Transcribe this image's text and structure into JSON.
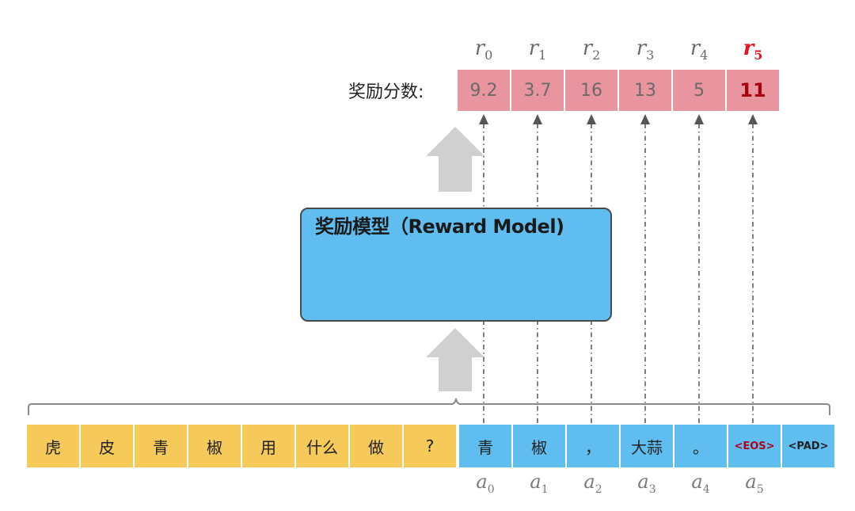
{
  "scores": {
    "label": "奖励分数:",
    "items": [
      {
        "symbol": "r",
        "index": "0",
        "value": "9.2",
        "highlight": false
      },
      {
        "symbol": "r",
        "index": "1",
        "value": "3.7",
        "highlight": false
      },
      {
        "symbol": "r",
        "index": "2",
        "value": "16",
        "highlight": false
      },
      {
        "symbol": "r",
        "index": "3",
        "value": "13",
        "highlight": false
      },
      {
        "symbol": "r",
        "index": "4",
        "value": "5",
        "highlight": false
      },
      {
        "symbol": "r",
        "index": "5",
        "value": "11",
        "highlight": true
      }
    ]
  },
  "model": {
    "title": "奖励模型（Reward Model)",
    "icon": "neural-network-icon"
  },
  "prompt_tokens": [
    "虎",
    "皮",
    "青",
    "椒",
    "用",
    "什么",
    "做",
    "?"
  ],
  "response_tokens": [
    {
      "text": "青",
      "action": "a",
      "index": "0"
    },
    {
      "text": "椒",
      "action": "a",
      "index": "1"
    },
    {
      "text": "，",
      "action": "a",
      "index": "2"
    },
    {
      "text": "大蒜",
      "action": "a",
      "index": "3"
    },
    {
      "text": "。",
      "action": "a",
      "index": "4"
    },
    {
      "text": "<EOS>",
      "action": "a",
      "index": "5",
      "special": "eos"
    },
    {
      "text": "<PAD>",
      "special": "pad"
    }
  ],
  "colors": {
    "prompt": "#f5c95a",
    "response": "#5fbdf0",
    "score": "#e8959f",
    "highlight": "#e8121e",
    "arrow": "#d0d0d0"
  }
}
